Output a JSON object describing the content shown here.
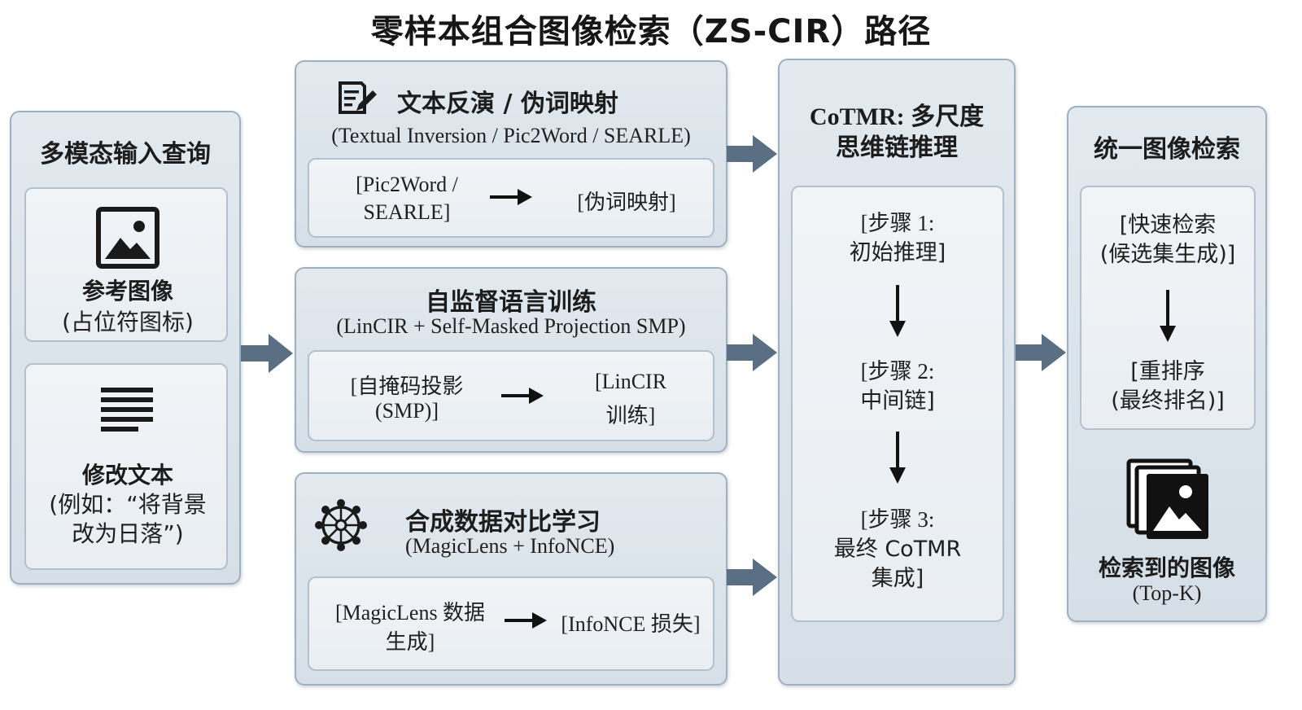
{
  "title": "零样本组合图像检索（ZS-CIR）路径",
  "input": {
    "heading": "多模态输入查询",
    "ref_image_label": "参考图像",
    "ref_image_sub": "(占位符图标)",
    "mod_text_label": "修改文本",
    "mod_text_sub_1": "(例如：“将背景",
    "mod_text_sub_2": "改为日落”)"
  },
  "methods": [
    {
      "title": "文本反演 / 伪词映射",
      "subtitle": "(Textual Inversion / Pic2Word / SEARLE)",
      "from_1": "[Pic2Word /",
      "from_2": "SEARLE]",
      "to_1": "[伪词映射]",
      "to_2": ""
    },
    {
      "title": "自监督语言训练",
      "subtitle": "(LinCIR + Self-Masked Projection SMP)",
      "from_1": "[自掩码投影",
      "from_2": "(SMP)]",
      "to_1": "[LinCIR",
      "to_2": "训练]"
    },
    {
      "title": "合成数据对比学习",
      "subtitle": "(MagicLens + InfoNCE)",
      "from_1": "[MagicLens 数据",
      "from_2": "生成]",
      "to_1": "[InfoNCE 损失]",
      "to_2": ""
    }
  ],
  "cotmr": {
    "title_1": "CoTMR: 多尺度",
    "title_2": "思维链推理",
    "step1_1": "[步骤 1:",
    "step1_2": "初始推理]",
    "step2_1": "[步骤 2:",
    "step2_2": "中间链]",
    "step3_1": "[步骤 3:",
    "step3_2": "最终 CoTMR",
    "step3_3": "集成]"
  },
  "retrieval": {
    "heading": "统一图像检索",
    "fast_1": "[快速检索",
    "fast_2": "(候选集生成)]",
    "rerank_1": "[重排序",
    "rerank_2": "(最终排名)]",
    "result_label": "检索到的图像",
    "result_sub": "(Top-K)"
  },
  "colors": {
    "panel_fill": "#dbe3ea",
    "panel_border": "#9fb0bf",
    "arrow_fill": "#5b6f84",
    "icon_dark": "#1a1a1a"
  },
  "icons": [
    "image-icon",
    "text-lines-icon",
    "edit-document-icon",
    "network-icon",
    "stacked-images-icon"
  ]
}
